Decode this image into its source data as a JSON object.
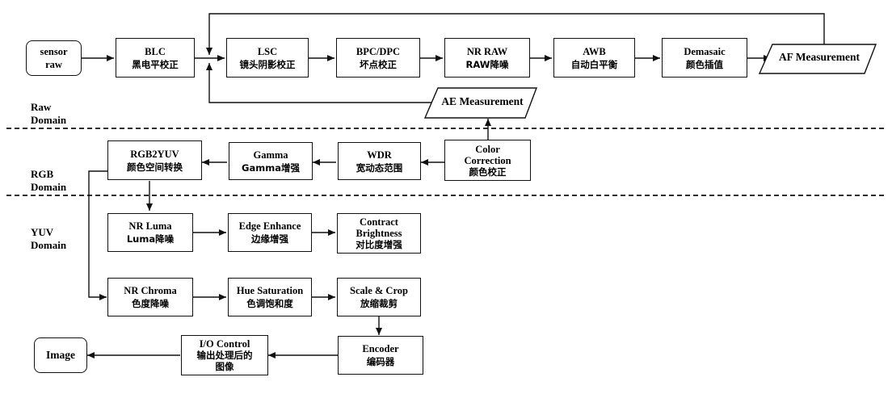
{
  "nodes": {
    "sensor_raw": {
      "line1": "sensor",
      "line2": "raw"
    },
    "blc": {
      "line1": "BLC",
      "line2": "黑电平校正"
    },
    "lsc": {
      "line1": "LSC",
      "line2": "镜头阴影校正"
    },
    "bpc": {
      "line1": "BPC/DPC",
      "line2": "坏点校正"
    },
    "nr_raw": {
      "line1": "NR RAW",
      "line2": "RAW降噪"
    },
    "awb": {
      "line1": "AWB",
      "line2": "自动白平衡"
    },
    "demosaic": {
      "line1": "Demasaic",
      "line2": "颜色插值"
    },
    "af": {
      "label": "AF Measurement"
    },
    "ae": {
      "label": "AE Measurement"
    },
    "color_correction": {
      "line1": "Color",
      "line2": "Correction",
      "line3": "颜色校正"
    },
    "wdr": {
      "line1": "WDR",
      "line2": "宽动态范围"
    },
    "gamma": {
      "line1": "Gamma",
      "line2": "Gamma增强"
    },
    "rgb2yuv": {
      "line1": "RGB2YUV",
      "line2": "颜色空间转换"
    },
    "nr_luma": {
      "line1": "NR Luma",
      "line2": "Luma降噪"
    },
    "edge": {
      "line1": "Edge Enhance",
      "line2": "边缘增强"
    },
    "contrast": {
      "line1": "Contract",
      "line2": "Brightness",
      "line3": "对比度增强"
    },
    "nr_chroma": {
      "line1": "NR Chroma",
      "line2": "色度降噪"
    },
    "hue": {
      "line1": "Hue Saturation",
      "line2": "色调饱和度"
    },
    "scale": {
      "line1": "Scale & Crop",
      "line2": "放缩裁剪"
    },
    "encoder": {
      "line1": "Encoder",
      "line2": "编码器"
    },
    "io": {
      "line1": "I/O Control",
      "line2": "输出处理后的",
      "line3": "图像"
    },
    "image": {
      "label": "Image"
    }
  },
  "domains": {
    "raw": {
      "line1": "Raw",
      "line2": "Domain"
    },
    "rgb": {
      "line1": "RGB",
      "line2": "Domain"
    },
    "yuv": {
      "line1": "YUV",
      "line2": "Domain"
    }
  },
  "colors": {
    "line": "#111111",
    "background": "#ffffff"
  }
}
